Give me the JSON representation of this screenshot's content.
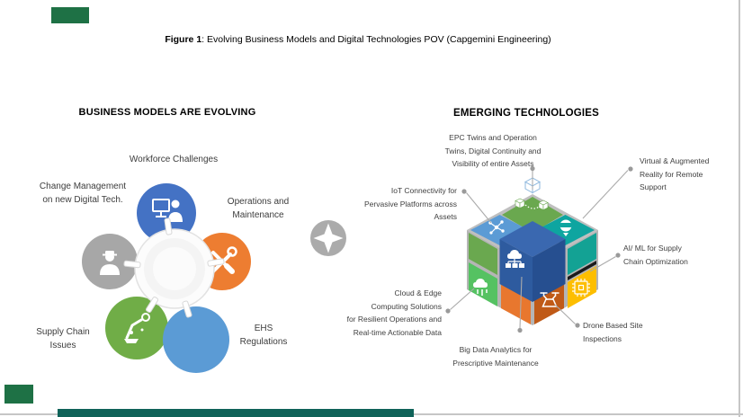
{
  "title": {
    "bold": "Figure 1",
    "rest": ": Evolving Business Models and Digital Technologies POV (Capgemini Engineering)"
  },
  "left_section": {
    "heading": "BUSINESS MODELS ARE EVOLVING",
    "labels": {
      "workforce": {
        "lines": [
          "Workforce Challenges"
        ]
      },
      "change": {
        "lines": [
          "Change Management",
          "on new Digital Tech."
        ]
      },
      "operations": {
        "lines": [
          "Operations and",
          "Maintenance"
        ]
      },
      "supply": {
        "lines": [
          "Supply Chain",
          "Issues"
        ]
      },
      "ehs": {
        "lines": [
          "EHS",
          "Regulations"
        ]
      }
    },
    "petals": [
      {
        "name": "workforce-challenges",
        "color": "#4472C4",
        "icon": "trainer-screen-icon"
      },
      {
        "name": "change-management",
        "color": "#A7A7A7",
        "icon": "worker-icon"
      },
      {
        "name": "operations-maintenance",
        "color": "#ED7D31",
        "icon": "crossed-tools-icon"
      },
      {
        "name": "supply-chain-issues",
        "color": "#70AD47",
        "icon": "robot-arm-icon"
      },
      {
        "name": "ehs-regulations",
        "color": "#5B9BD5",
        "icon": null
      }
    ],
    "hub_color": "#FCFCFC"
  },
  "divider": {
    "icon": "four-point-star-icon",
    "color": "#ABABAB"
  },
  "right_section": {
    "heading": "EMERGING TECHNOLOGIES",
    "labels": {
      "epc": {
        "lines": [
          "EPC Twins and Operation",
          "Twins, Digital Continuity and",
          "Visibility of entire Assets"
        ]
      },
      "vr": {
        "lines": [
          "Virtual & Augmented",
          "Reality for Remote",
          "Support"
        ]
      },
      "iot": {
        "lines": [
          "IoT Connectivity for",
          "Pervasive Platforms across",
          "Assets"
        ]
      },
      "aiml": {
        "lines": [
          "AI/ ML for Supply",
          "Chain Optimization"
        ]
      },
      "cloud": {
        "lines": [
          "Cloud  & Edge",
          "Computing Solutions",
          "for Resilient Operations  and",
          "Real-time Actionable Data"
        ]
      },
      "bigdata": {
        "lines": [
          "Big Data Analytics for",
          "Prescriptive Maintenance"
        ]
      },
      "drone": {
        "lines": [
          "Drone Based Site",
          "Inspections"
        ]
      }
    },
    "cube_colors": {
      "top_back": "#6AA84F",
      "top_left": "#5B9BD5",
      "top_right": "#0EA5A0",
      "center_cube": "#2E5B9F",
      "left_upper": "#6AA84F",
      "left_lower": "#55C262",
      "front_orange": "#E8772E",
      "front_rust": "#C05A17",
      "right_teal": "#13A294",
      "right_yellow": "#FDBE00",
      "gap": "#BFBFBF"
    },
    "cube_icons": [
      "cube-3d-icon",
      "linked-assets-icon",
      "iot-network-icon",
      "vr-headset-icon",
      "cloud-network-icon",
      "edge-cloud-icon",
      "drone-icon",
      "ai-chip-icon"
    ],
    "connector_color": "#ABABAB"
  },
  "overlay_marks": {
    "green_rect_color": "#1E7145",
    "teal_bar_color": "#0F6359"
  },
  "page_border_color": "#C6C6C6"
}
